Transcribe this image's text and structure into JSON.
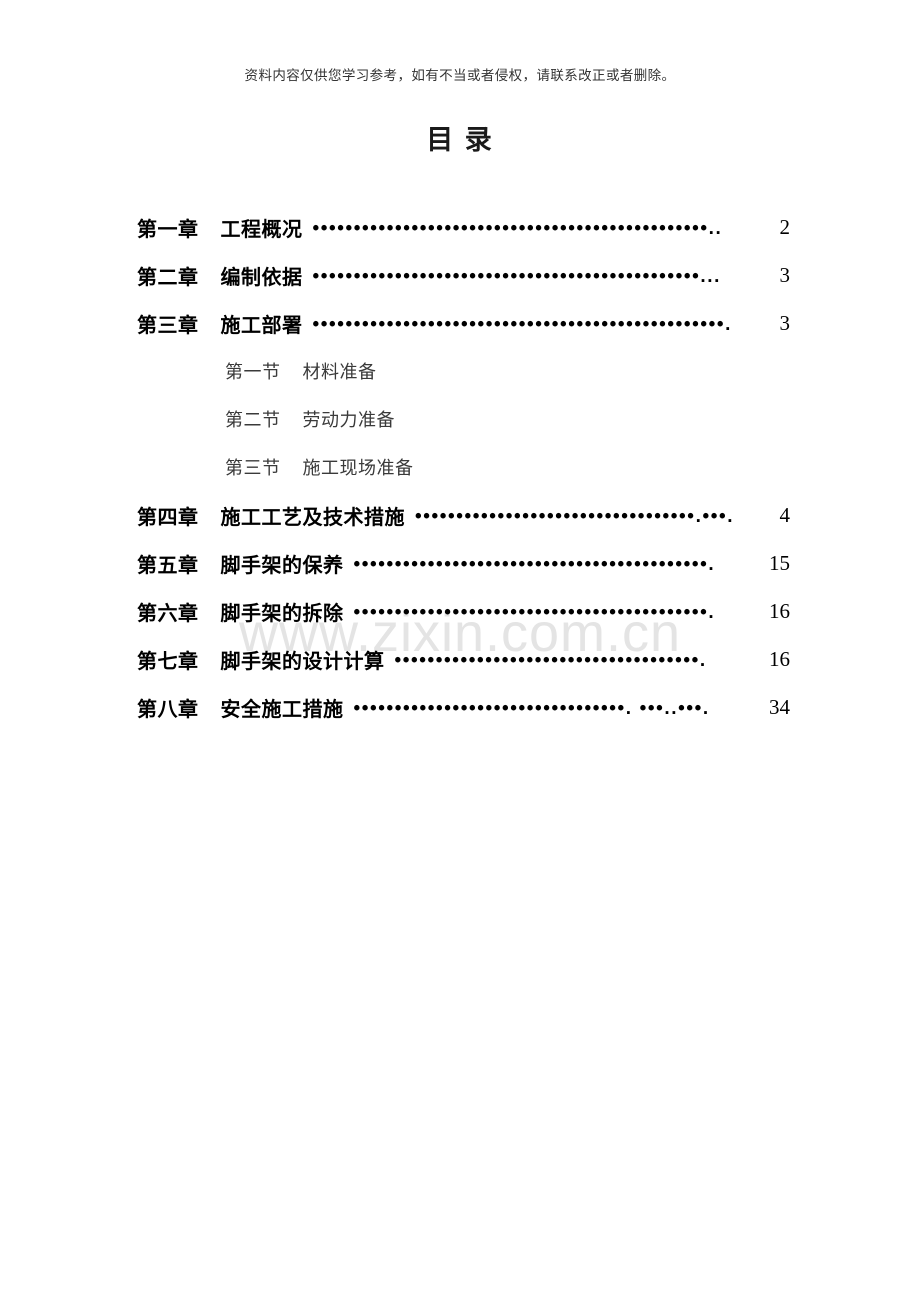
{
  "header": {
    "disclaimer": "资料内容仅供您学习参考，如有不当或者侵权，请联系改正或者删除。"
  },
  "title": "目  录",
  "watermark": "www.zixin.com.cn",
  "toc": {
    "entries": [
      {
        "type": "chapter",
        "num": "第一章",
        "title": "工程概况",
        "leader": "••••••••••••••••••••••••••••••••••••••••••••••••..",
        "page": "2"
      },
      {
        "type": "chapter",
        "num": "第二章",
        "title": "编制依据",
        "leader": "•••••••••••••••••••••••••••••••••••••••••••••••...",
        "page": "3"
      },
      {
        "type": "chapter",
        "num": "第三章",
        "title": "施工部署",
        "leader": "••••••••••••••••••••••••••••••••••••••••••••••••••.",
        "page": "3"
      },
      {
        "type": "section",
        "num": "第一节",
        "title": "材料准备",
        "leader": "",
        "page": ""
      },
      {
        "type": "section",
        "num": "第二节",
        "title": "劳动力准备",
        "leader": "",
        "page": ""
      },
      {
        "type": "section",
        "num": "第三节",
        "title": "施工现场准备",
        "leader": "",
        "page": ""
      },
      {
        "type": "chapter",
        "num": "第四章",
        "title": "施工工艺及技术措施",
        "leader": "••••••••••••••••••••••••••••••••••.•••.",
        "page": "4"
      },
      {
        "type": "chapter",
        "num": "第五章",
        "title": "脚手架的保养",
        "leader": "•••••••••••••••••••••••••••••••••••••••••••.",
        "page": "15"
      },
      {
        "type": "chapter",
        "num": "第六章",
        "title": "脚手架的拆除",
        "leader": "•••••••••••••••••••••••••••••••••••••••••••.",
        "page": "16"
      },
      {
        "type": "chapter",
        "num": "第七章",
        "title": "脚手架的设计计算",
        "leader": "•••••••••••••••••••••••••••••••••••••.",
        "page": "16"
      },
      {
        "type": "chapter",
        "num": "第八章",
        "title": "安全施工措施",
        "leader": "•••••••••••••••••••••••••••••••••.  •••..•••.",
        "page": "34"
      }
    ]
  }
}
